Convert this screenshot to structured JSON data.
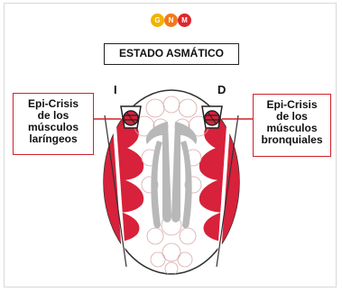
{
  "logo": {
    "letters": [
      "G",
      "N",
      "M"
    ],
    "colors": [
      "#f2b300",
      "#f07a1a",
      "#e0262c"
    ]
  },
  "title": "ESTADO ASMÁTICO",
  "side_left": "I",
  "side_right": "D",
  "callout_left": {
    "lines": [
      "Epi-Crisis",
      "de los",
      "músculos",
      "laríngeos"
    ]
  },
  "callout_right": {
    "lines": [
      "Epi-Crisis",
      "de los",
      "músculos",
      "bronquiales"
    ]
  },
  "colors": {
    "red": "#d8213a",
    "gray": "#b8b8b8",
    "outline": "#333333",
    "callout_border": "#d0202a"
  }
}
